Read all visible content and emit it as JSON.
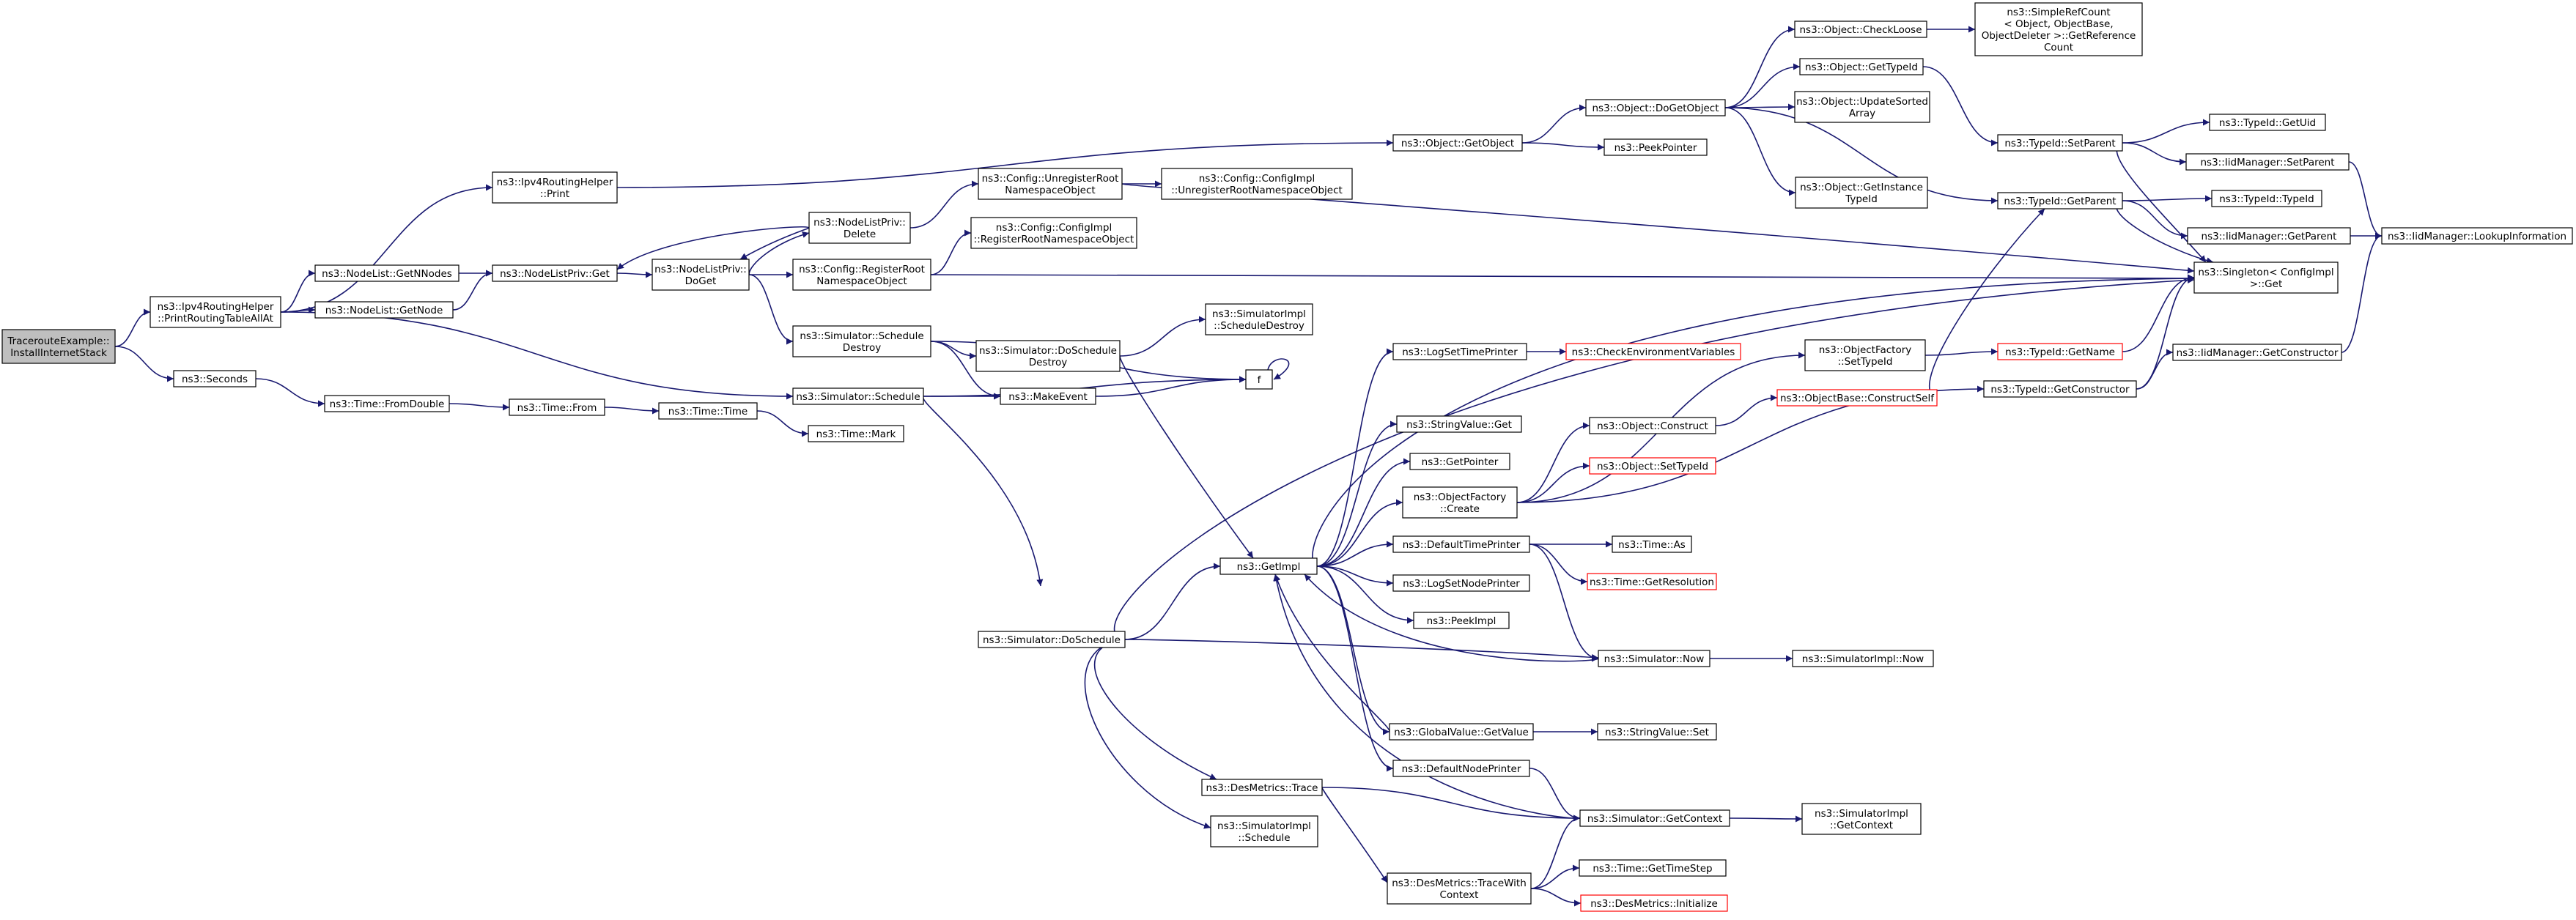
{
  "graph": {
    "colors": {
      "edge": "#191970",
      "node_border": "#000000",
      "node_fill": "#ffffff",
      "root_fill": "#bfbfbf",
      "truncated_border": "#ff0000"
    },
    "nodes": [
      {
        "id": "root",
        "label": [
          "TracerouteExample::",
          "InstallInternetStack"
        ],
        "style": "root"
      },
      {
        "id": "pprt",
        "label": [
          "ns3::Ipv4RoutingHelper",
          "::PrintRoutingTableAllAt"
        ]
      },
      {
        "id": "seconds",
        "label": [
          "ns3::Seconds"
        ]
      },
      {
        "id": "rhprint",
        "label": [
          "ns3::Ipv4RoutingHelper",
          "::Print"
        ]
      },
      {
        "id": "getnnodes",
        "label": [
          "ns3::NodeList::GetNNodes"
        ]
      },
      {
        "id": "getnode",
        "label": [
          "ns3::NodeList::GetNode"
        ]
      },
      {
        "id": "nlpget",
        "label": [
          "ns3::NodeListPriv::Get"
        ]
      },
      {
        "id": "nlpdelete",
        "label": [
          "ns3::NodeListPriv::",
          "Delete"
        ]
      },
      {
        "id": "nlpdoget",
        "label": [
          "ns3::NodeListPriv::",
          "DoGet"
        ]
      },
      {
        "id": "unregns",
        "label": [
          "ns3::Config::UnregisterRoot",
          "NamespaceObject"
        ]
      },
      {
        "id": "impl_unreg",
        "label": [
          "ns3::Config::ConfigImpl",
          "::UnregisterRootNamespaceObject"
        ]
      },
      {
        "id": "impl_reg",
        "label": [
          "ns3::Config::ConfigImpl",
          "::RegisterRootNamespaceObject"
        ]
      },
      {
        "id": "regns",
        "label": [
          "ns3::Config::RegisterRoot",
          "NamespaceObject"
        ]
      },
      {
        "id": "schedDestroy",
        "label": [
          "ns3::Simulator::Schedule",
          "Destroy"
        ]
      },
      {
        "id": "doSchedDestroy",
        "label": [
          "ns3::Simulator::DoSchedule",
          "Destroy"
        ]
      },
      {
        "id": "simImplSchedDestroy",
        "label": [
          "ns3::SimulatorImpl",
          "::ScheduleDestroy"
        ]
      },
      {
        "id": "schedule",
        "label": [
          "ns3::Simulator::Schedule"
        ]
      },
      {
        "id": "makeEvent",
        "label": [
          "ns3::MakeEvent"
        ]
      },
      {
        "id": "f",
        "label": [
          "f"
        ]
      },
      {
        "id": "fromDouble",
        "label": [
          "ns3::Time::FromDouble"
        ]
      },
      {
        "id": "timeFrom",
        "label": [
          "ns3::Time::From"
        ]
      },
      {
        "id": "timeTime",
        "label": [
          "ns3::Time::Time"
        ]
      },
      {
        "id": "timeMark",
        "label": [
          "ns3::Time::Mark"
        ]
      },
      {
        "id": "getObject",
        "label": [
          "ns3::Object::GetObject"
        ]
      },
      {
        "id": "doGetObject",
        "label": [
          "ns3::Object::DoGetObject"
        ]
      },
      {
        "id": "peekPointer",
        "label": [
          "ns3::PeekPointer"
        ]
      },
      {
        "id": "checkLoose",
        "label": [
          "ns3::Object::CheckLoose"
        ]
      },
      {
        "id": "simpleRef",
        "label": [
          "ns3::SimpleRefCount",
          "< Object, ObjectBase,",
          "ObjectDeleter >::GetReference",
          "Count"
        ]
      },
      {
        "id": "objGetTypeId",
        "label": [
          "ns3::Object::GetTypeId"
        ]
      },
      {
        "id": "updateSorted",
        "label": [
          "ns3::Object::UpdateSorted",
          "Array"
        ]
      },
      {
        "id": "getInstanceTypeId",
        "label": [
          "ns3::Object::GetInstance",
          "TypeId"
        ]
      },
      {
        "id": "tidSetParent",
        "label": [
          "ns3::TypeId::SetParent"
        ]
      },
      {
        "id": "tidGetParent",
        "label": [
          "ns3::TypeId::GetParent"
        ]
      },
      {
        "id": "tidGetUid",
        "label": [
          "ns3::TypeId::GetUid"
        ]
      },
      {
        "id": "iidSetParent",
        "label": [
          "ns3::IidManager::SetParent"
        ]
      },
      {
        "id": "tidTypeId",
        "label": [
          "ns3::TypeId::TypeId"
        ]
      },
      {
        "id": "iidGetParent",
        "label": [
          "ns3::IidManager::GetParent"
        ]
      },
      {
        "id": "iidLookup",
        "label": [
          "ns3::IidManager::LookupInformation"
        ]
      },
      {
        "id": "singletonGet",
        "label": [
          "ns3::Singleton< ConfigImpl",
          " >::Get"
        ]
      },
      {
        "id": "logSetTimePrinter",
        "label": [
          "ns3::LogSetTimePrinter"
        ]
      },
      {
        "id": "checkEnv",
        "label": [
          "ns3::CheckEnvironmentVariables"
        ],
        "style": "truncated"
      },
      {
        "id": "stringValueGet",
        "label": [
          "ns3::StringValue::Get"
        ]
      },
      {
        "id": "getPointer",
        "label": [
          "ns3::GetPointer"
        ]
      },
      {
        "id": "ofCreate",
        "label": [
          "ns3::ObjectFactory",
          "::Create"
        ]
      },
      {
        "id": "defaultTimePrinter",
        "label": [
          "ns3::DefaultTimePrinter"
        ]
      },
      {
        "id": "logSetNodePrinter",
        "label": [
          "ns3::LogSetNodePrinter"
        ]
      },
      {
        "id": "peekImpl",
        "label": [
          "ns3::PeekImpl"
        ]
      },
      {
        "id": "getImpl",
        "label": [
          "ns3::GetImpl"
        ]
      },
      {
        "id": "doSchedule",
        "label": [
          "ns3::Simulator::DoSchedule"
        ]
      },
      {
        "id": "ofSetTypeId",
        "label": [
          "ns3::ObjectFactory",
          "::SetTypeId"
        ]
      },
      {
        "id": "tidGetName",
        "label": [
          "ns3::TypeId::GetName"
        ],
        "style": "truncated"
      },
      {
        "id": "objBaseConstructSelf",
        "label": [
          "ns3::ObjectBase::ConstructSelf"
        ],
        "style": "truncated"
      },
      {
        "id": "tidGetConstructor",
        "label": [
          "ns3::TypeId::GetConstructor"
        ]
      },
      {
        "id": "iidGetConstructor",
        "label": [
          "ns3::IidManager::GetConstructor"
        ]
      },
      {
        "id": "objConstruct",
        "label": [
          "ns3::Object::Construct"
        ]
      },
      {
        "id": "objSetTypeId",
        "label": [
          "ns3::Object::SetTypeId"
        ],
        "style": "truncated"
      },
      {
        "id": "timeAs",
        "label": [
          "ns3::Time::As"
        ]
      },
      {
        "id": "timeGetResolution",
        "label": [
          "ns3::Time::GetResolution"
        ],
        "style": "truncated"
      },
      {
        "id": "simNow",
        "label": [
          "ns3::Simulator::Now"
        ]
      },
      {
        "id": "simImplNow",
        "label": [
          "ns3::SimulatorImpl::Now"
        ]
      },
      {
        "id": "gvGetValue",
        "label": [
          "ns3::GlobalValue::GetValue"
        ]
      },
      {
        "id": "stringValueSet",
        "label": [
          "ns3::StringValue::Set"
        ]
      },
      {
        "id": "defaultNodePrinter",
        "label": [
          "ns3::DefaultNodePrinter"
        ]
      },
      {
        "id": "simGetContext",
        "label": [
          "ns3::Simulator::GetContext"
        ]
      },
      {
        "id": "simImplGetContext",
        "label": [
          "ns3::SimulatorImpl",
          "::GetContext"
        ]
      },
      {
        "id": "desTrace",
        "label": [
          "ns3::DesMetrics::Trace"
        ]
      },
      {
        "id": "simImplSchedule",
        "label": [
          "ns3::SimulatorImpl",
          "::Schedule"
        ]
      },
      {
        "id": "desTraceWith",
        "label": [
          "ns3::DesMetrics::TraceWith",
          "Context"
        ]
      },
      {
        "id": "timeGetTimeStep",
        "label": [
          "ns3::Time::GetTimeStep"
        ]
      },
      {
        "id": "desInit",
        "label": [
          "ns3::DesMetrics::Initialize"
        ],
        "style": "truncated"
      }
    ],
    "edges": [
      [
        "root",
        "pprt"
      ],
      [
        "root",
        "seconds"
      ],
      [
        "pprt",
        "rhprint"
      ],
      [
        "pprt",
        "getnnodes"
      ],
      [
        "pprt",
        "getnode"
      ],
      [
        "pprt",
        "schedule"
      ],
      [
        "rhprint",
        "getObject"
      ],
      [
        "getnnodes",
        "nlpget"
      ],
      [
        "getnode",
        "nlpget"
      ],
      [
        "nlpget",
        "nlpdoget"
      ],
      [
        "nlpdelete",
        "nlpget"
      ],
      [
        "nlpdelete",
        "nlpdoget"
      ],
      [
        "nlpdoget",
        "nlpdelete"
      ],
      [
        "nlpdoget",
        "regns"
      ],
      [
        "nlpdoget",
        "schedDestroy"
      ],
      [
        "nlpdelete",
        "unregns"
      ],
      [
        "unregns",
        "impl_unreg"
      ],
      [
        "unregns",
        "singletonGet"
      ],
      [
        "regns",
        "impl_reg"
      ],
      [
        "regns",
        "singletonGet"
      ],
      [
        "schedDestroy",
        "doSchedDestroy"
      ],
      [
        "schedDestroy",
        "makeEvent"
      ],
      [
        "schedDestroy",
        "f"
      ],
      [
        "doSchedDestroy",
        "simImplSchedDestroy"
      ],
      [
        "doSchedDestroy",
        "getImpl"
      ],
      [
        "schedule",
        "makeEvent"
      ],
      [
        "schedule",
        "f"
      ],
      [
        "schedule",
        "doSchedule"
      ],
      [
        "makeEvent",
        "f"
      ],
      [
        "f",
        "f"
      ],
      [
        "seconds",
        "fromDouble"
      ],
      [
        "fromDouble",
        "timeFrom"
      ],
      [
        "timeFrom",
        "timeTime"
      ],
      [
        "timeTime",
        "timeMark"
      ],
      [
        "getObject",
        "doGetObject"
      ],
      [
        "getObject",
        "peekPointer"
      ],
      [
        "doGetObject",
        "checkLoose"
      ],
      [
        "doGetObject",
        "objGetTypeId"
      ],
      [
        "doGetObject",
        "updateSorted"
      ],
      [
        "doGetObject",
        "getInstanceTypeId"
      ],
      [
        "doGetObject",
        "tidGetParent"
      ],
      [
        "checkLoose",
        "simpleRef"
      ],
      [
        "objGetTypeId",
        "tidSetParent"
      ],
      [
        "tidSetParent",
        "tidGetUid"
      ],
      [
        "tidSetParent",
        "iidSetParent"
      ],
      [
        "tidSetParent",
        "singletonGet"
      ],
      [
        "iidSetParent",
        "iidLookup"
      ],
      [
        "tidGetParent",
        "tidTypeId"
      ],
      [
        "tidGetParent",
        "iidGetParent"
      ],
      [
        "tidGetParent",
        "singletonGet"
      ],
      [
        "iidGetParent",
        "iidLookup"
      ],
      [
        "getImpl",
        "logSetTimePrinter"
      ],
      [
        "getImpl",
        "stringValueGet"
      ],
      [
        "getImpl",
        "getPointer"
      ],
      [
        "getImpl",
        "ofCreate"
      ],
      [
        "getImpl",
        "defaultTimePrinter"
      ],
      [
        "getImpl",
        "logSetNodePrinter"
      ],
      [
        "getImpl",
        "peekImpl"
      ],
      [
        "getImpl",
        "gvGetValue"
      ],
      [
        "getImpl",
        "defaultNodePrinter"
      ],
      [
        "getImpl",
        "singletonGet"
      ],
      [
        "logSetTimePrinter",
        "checkEnv"
      ],
      [
        "ofCreate",
        "ofSetTypeId"
      ],
      [
        "ofCreate",
        "objConstruct"
      ],
      [
        "ofCreate",
        "objSetTypeId"
      ],
      [
        "ofCreate",
        "tidGetConstructor"
      ],
      [
        "ofSetTypeId",
        "tidGetName"
      ],
      [
        "tidGetName",
        "singletonGet"
      ],
      [
        "objConstruct",
        "objBaseConstructSelf"
      ],
      [
        "objBaseConstructSelf",
        "tidGetParent"
      ],
      [
        "tidGetConstructor",
        "iidGetConstructor"
      ],
      [
        "tidGetConstructor",
        "singletonGet"
      ],
      [
        "iidGetConstructor",
        "iidLookup"
      ],
      [
        "defaultTimePrinter",
        "timeAs"
      ],
      [
        "defaultTimePrinter",
        "timeGetResolution"
      ],
      [
        "defaultTimePrinter",
        "simNow"
      ],
      [
        "simNow",
        "getImpl"
      ],
      [
        "simNow",
        "simImplNow"
      ],
      [
        "gvGetValue",
        "stringValueSet"
      ],
      [
        "gvGetValue",
        "getImpl"
      ],
      [
        "defaultNodePrinter",
        "simGetContext"
      ],
      [
        "simGetContext",
        "getImpl"
      ],
      [
        "simGetContext",
        "simImplGetContext"
      ],
      [
        "doSchedule",
        "getImpl"
      ],
      [
        "doSchedule",
        "simNow"
      ],
      [
        "doSchedule",
        "desTrace"
      ],
      [
        "doSchedule",
        "simImplSchedule"
      ],
      [
        "doSchedule",
        "singletonGet"
      ],
      [
        "desTrace",
        "desTraceWith"
      ],
      [
        "desTrace",
        "simGetContext"
      ],
      [
        "desTraceWith",
        "simGetContext"
      ],
      [
        "desTraceWith",
        "timeGetTimeStep"
      ],
      [
        "desTraceWith",
        "desInit"
      ]
    ]
  }
}
